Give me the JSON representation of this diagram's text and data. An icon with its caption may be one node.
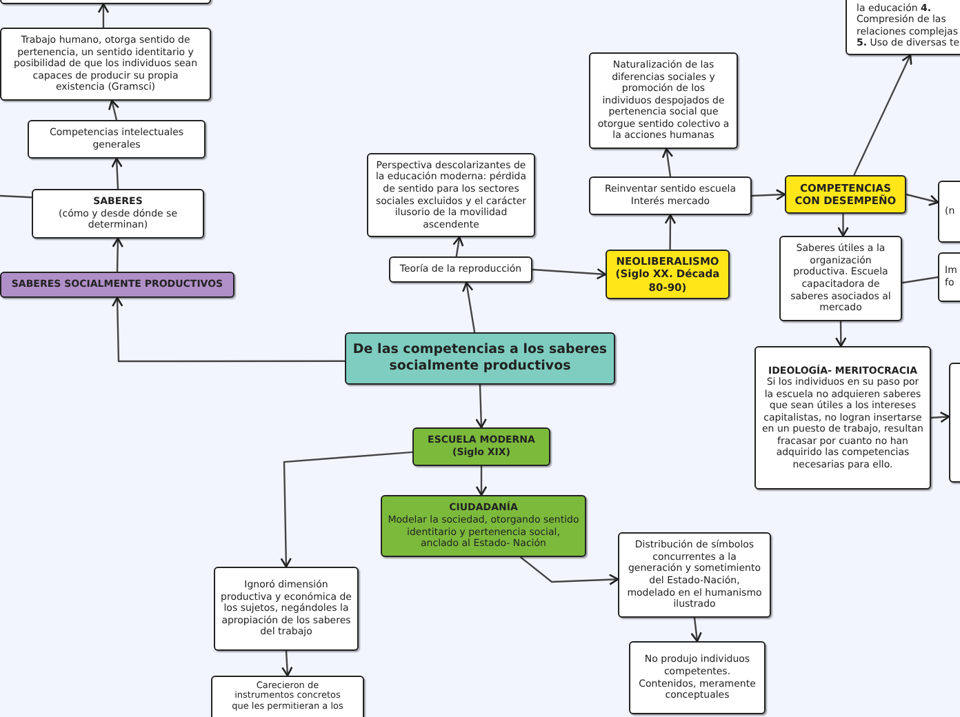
{
  "diagram": {
    "nodes": [
      {
        "text": [
          "De las competencias a los saberes socialmente productivos"
        ]
      },
      {
        "text": [],
        "shape": "box"
      },
      {
        "text": [
          "Trabajo humano, otorga sentido de pertenencia, un sentido identitario y posibilidad de que los individuos sean capaces de producir su propia existencia (Gramsci)"
        ]
      },
      {
        "text": [
          "Competencias intelectuales generales"
        ]
      },
      {
        "text": [
          "SABERES",
          "(cómo y desde dónde se determinan)"
        ]
      },
      {
        "text": [
          "SABERES SOCIALMENTE PRODUCTIVOS"
        ]
      },
      {
        "text": [
          "Teoría de la reproducción"
        ]
      },
      {
        "text": [
          "Perspectiva descolarizantes de la educación moderna: pérdida de sentido para los sectores sociales excluidos y el carácter ilusorio de la movilidad ascendente"
        ]
      },
      {
        "text": [
          "NEOLIBERALISMO (Siglo XX. Década 80-90)"
        ]
      },
      {
        "text": [
          "Reinventar sentido escuela Interés mercado"
        ]
      },
      {
        "text": [
          "Naturalización de las diferencias sociales y promoción de los individuos despojados de pertenencia social que otorgue sentido colectivo a la acciones humanas"
        ]
      },
      {
        "text": [
          "COMPETENCIAS CON DESEMPEÑO"
        ]
      },
      {
        "text": [
          "la educación **4.** Compresión de las relaciones complejas **5.** Uso de diversas te"
        ]
      },
      {
        "text": [
          "(n"
        ]
      },
      {
        "text": [
          "Im fo"
        ]
      },
      {
        "text": [
          "Saberes útiles a la organización productiva. Escuela capacitadora de saberes asociados al mercado"
        ]
      },
      {
        "text": [
          "IDEOLOGÍA- MERITOCRACIA",
          "Si los individuos en su paso por la escuela no adquieren saberes que sean útiles a los intereses capitalistas, no logran insertarse en un puesto de trabajo, resultan fracasar por cuanto no han adquirido las competencias necesarias para ello."
        ]
      },
      {
        "text": [],
        "shape": "box"
      },
      {
        "text": [
          "ESCUELA MODERNA (Siglo XIX)"
        ]
      },
      {
        "text": [
          "CIUDADANÍA",
          "Modelar la sociedad, otorgando sentido identitario y pertenencia social, anclado al Estado- Nación"
        ]
      },
      {
        "text": [
          "Ignoró dimensión productiva y económica de los sujetos, negándoles la apropiación de los saberes del trabajo"
        ]
      },
      {
        "text": [
          "Carecieron de instrumentos concretos que les permitieran a los"
        ]
      },
      {
        "text": [
          "Distribución de símbolos concurrentes a la generación y sometimiento del Estado-Nación, modelado en el humanismo ilustrado"
        ]
      },
      {
        "text": [
          "No produjo individuos competentes. Contenidos, meramente conceptuales"
        ]
      }
    ],
    "edges": [
      {
        "from": 2,
        "to": 1,
        "arrow": "to"
      },
      {
        "from": 3,
        "to": 2,
        "arrow": "to"
      },
      {
        "from": 4,
        "to": 3,
        "arrow": "to"
      },
      {
        "from": 5,
        "to": 4,
        "arrow": "to"
      },
      {
        "from": 0,
        "to": 5,
        "arrow": "to"
      },
      {
        "from": 4,
        "to": null,
        "arrow": "none"
      },
      {
        "from": 0,
        "to": 6,
        "arrow": "to"
      },
      {
        "from": 6,
        "to": 7,
        "arrow": "to"
      },
      {
        "from": 6,
        "to": 8,
        "arrow": "to"
      },
      {
        "from": 8,
        "to": 9,
        "arrow": "to"
      },
      {
        "from": 9,
        "to": 10,
        "arrow": "to"
      },
      {
        "from": 9,
        "to": 11,
        "arrow": "to"
      },
      {
        "from": 11,
        "to": 12,
        "arrow": "to"
      },
      {
        "from": 11,
        "to": 13,
        "arrow": "to"
      },
      {
        "from": 11,
        "to": 15,
        "arrow": "to"
      },
      {
        "from": 15,
        "to": 14,
        "arrow": "none"
      },
      {
        "from": 15,
        "to": 16,
        "arrow": "to"
      },
      {
        "from": 16,
        "to": 17,
        "arrow": "to"
      },
      {
        "from": 0,
        "to": 18,
        "arrow": "to"
      },
      {
        "from": 18,
        "to": 19,
        "arrow": "to"
      },
      {
        "from": 18,
        "to": 20,
        "arrow": "to"
      },
      {
        "from": 20,
        "to": 21,
        "arrow": "to"
      },
      {
        "from": 19,
        "to": 22,
        "arrow": "to"
      },
      {
        "from": 22,
        "to": 23,
        "arrow": "to"
      }
    ]
  }
}
